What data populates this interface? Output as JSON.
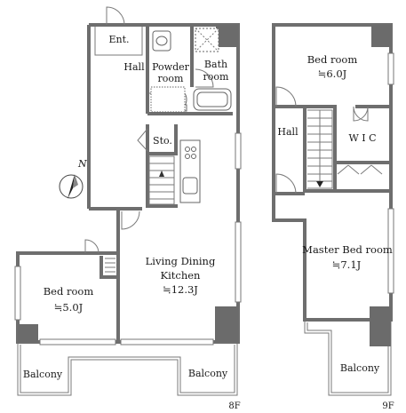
{
  "floor_8f": {
    "floor_label": "8F",
    "rooms": {
      "entrance": "Ent.",
      "hall": "Hall",
      "powder_room": [
        "Powder",
        "room"
      ],
      "bath_room": [
        "Bath",
        "room"
      ],
      "storage": "Sto.",
      "ldk": {
        "line1": "Living Dining",
        "line2": "Kitchen",
        "area": "≒12.3J"
      },
      "bedroom": {
        "name": "Bed room",
        "area": "≒5.0J"
      },
      "balcony_left": "Balcony",
      "balcony_right": "Balcony"
    },
    "compass": "N"
  },
  "floor_9f": {
    "floor_label": "9F",
    "rooms": {
      "bedroom": {
        "name": "Bed room",
        "area": "≒6.0J"
      },
      "hall": "Hall",
      "wic": "W I C",
      "master_bedroom": {
        "name": "Master Bed room",
        "area": "≒7.1J"
      },
      "balcony": "Balcony"
    }
  },
  "colors": {
    "wall": "#6e6e6e",
    "column": "#6b6b6b",
    "background": "#ffffff"
  }
}
